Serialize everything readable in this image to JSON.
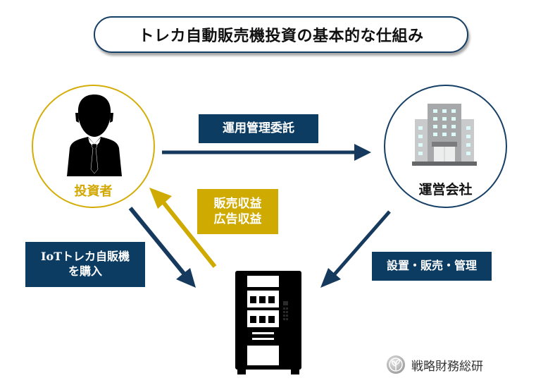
{
  "title": "トレカ自動販売機投資の基本的な仕組み",
  "nodes": {
    "investor": {
      "label": "投資者",
      "icon": "businessman-icon"
    },
    "company": {
      "label": "運営会社",
      "icon": "office-building-icon"
    },
    "machine": {
      "icon": "vending-machine-icon"
    }
  },
  "flows": {
    "trust": {
      "label": "運用管理委託",
      "from": "investor",
      "to": "company"
    },
    "revenue": {
      "lines": [
        "販売収益",
        "広告収益"
      ],
      "from": "machine",
      "to": "investor"
    },
    "purchase": {
      "lines": [
        "IoTトレカ自販機",
        "を購入"
      ],
      "from": "investor",
      "to": "machine"
    },
    "operation": {
      "label": "設置・販売・管理",
      "from": "company",
      "to": "machine"
    }
  },
  "logo": {
    "text": "戦略財務総研",
    "icon": "leaf-emblem-icon"
  },
  "colors": {
    "navy": "#0c3c62",
    "gold": "#cfaa00",
    "arrow_navy": "#163a5e",
    "black": "#000000",
    "building_gray": "#a6a8aa",
    "window_cyan": "#dcfbf8"
  }
}
